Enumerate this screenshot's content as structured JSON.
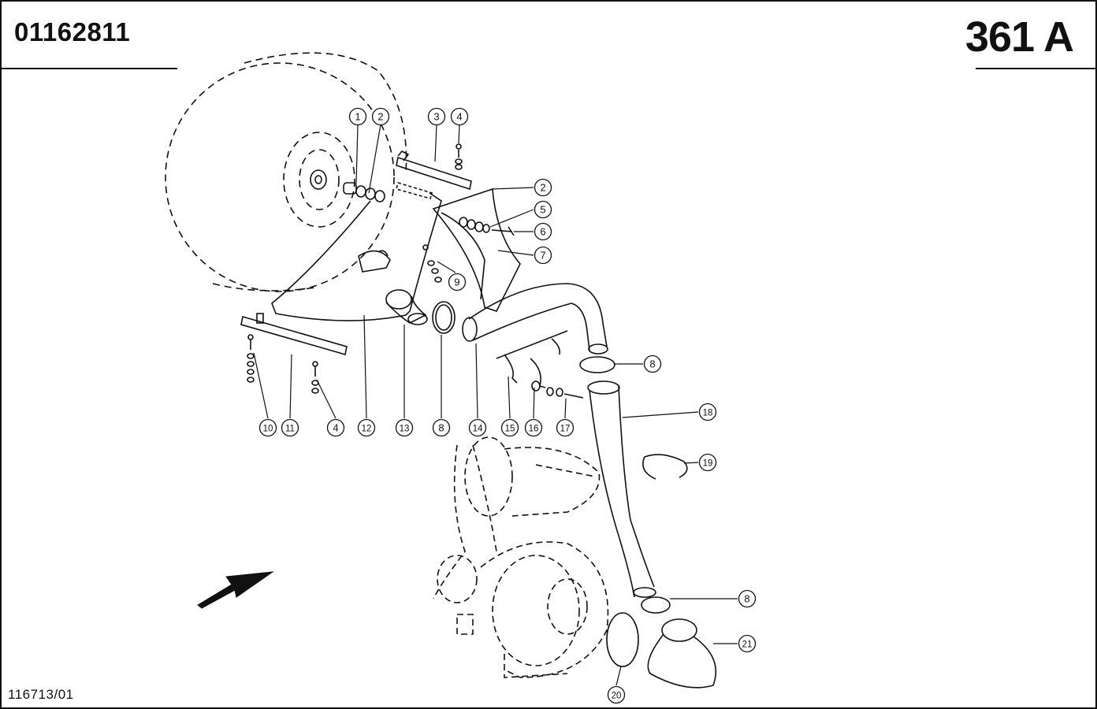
{
  "header": {
    "document_number": "01162811",
    "page_code": "361 A"
  },
  "footer": {
    "drawing_reference": "116713/01"
  },
  "callouts": [
    {
      "key": "c1",
      "label": "1"
    },
    {
      "key": "c2a",
      "label": "2"
    },
    {
      "key": "c3",
      "label": "3"
    },
    {
      "key": "c4a",
      "label": "4"
    },
    {
      "key": "c2b",
      "label": "2"
    },
    {
      "key": "c5",
      "label": "5"
    },
    {
      "key": "c6",
      "label": "6"
    },
    {
      "key": "c7",
      "label": "7"
    },
    {
      "key": "c9",
      "label": "9"
    },
    {
      "key": "c8a",
      "label": "8"
    },
    {
      "key": "c10",
      "label": "10"
    },
    {
      "key": "c11",
      "label": "11"
    },
    {
      "key": "c4b",
      "label": "4"
    },
    {
      "key": "c12",
      "label": "12"
    },
    {
      "key": "c13",
      "label": "13"
    },
    {
      "key": "c8b",
      "label": "8"
    },
    {
      "key": "c14",
      "label": "14"
    },
    {
      "key": "c15",
      "label": "15"
    },
    {
      "key": "c16",
      "label": "16"
    },
    {
      "key": "c17",
      "label": "17"
    },
    {
      "key": "c18",
      "label": "18"
    },
    {
      "key": "c19",
      "label": "19"
    },
    {
      "key": "c8c",
      "label": "8"
    },
    {
      "key": "c21",
      "label": "21"
    },
    {
      "key": "c20",
      "label": "20"
    }
  ]
}
